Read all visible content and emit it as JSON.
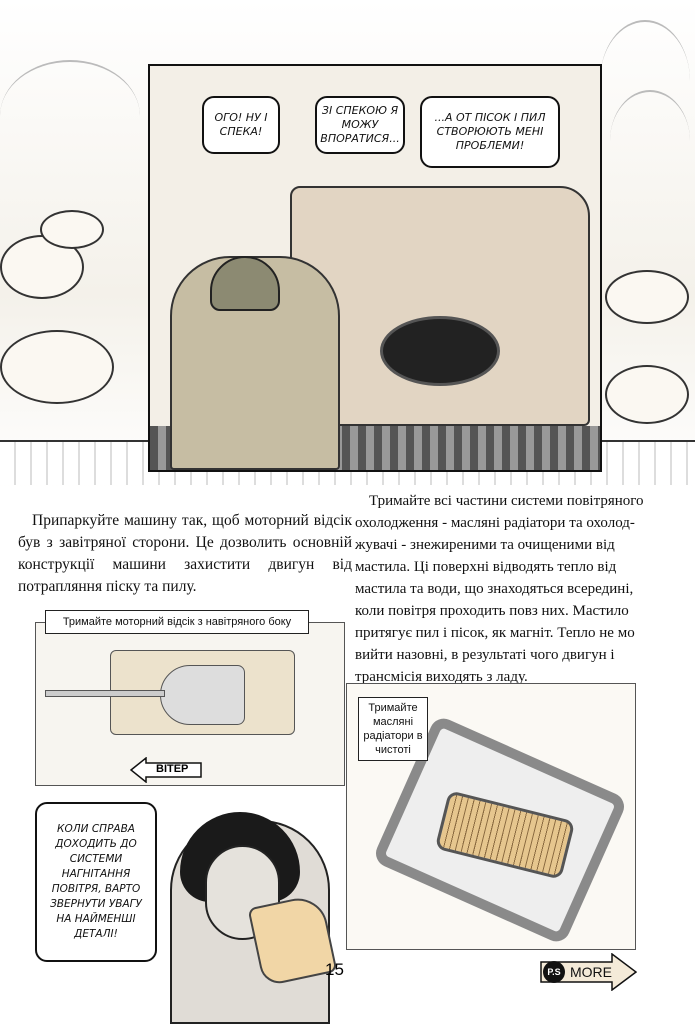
{
  "comic_panel": {
    "bubbles": [
      {
        "text": "Ого! Ну і спека!"
      },
      {
        "text": "Зі спекою я можу впоратися..."
      },
      {
        "text": "...А от пісок і пил створюють мені проблеми!"
      }
    ]
  },
  "left_paragraph": "Припаркуйте машину так, щоб моторний відсік був з завітряної сторони. Це дозволить основній конструкції машини захистити двигун від потрапляння піску та пилу.",
  "right_paragraph_lines": [
    "Тримайте всі частини системи повітряного",
    "охолодження - масляні радіатори та охолод-",
    "жувачі - знежиреними та очищеними від",
    "мастила. Ці поверхні відводять тепло від",
    "мастила та води, що знаходяться всередині,",
    "коли повітря проходить повз них. Мастило",
    "притягує пил і пісок, як магніт. Тепло не мо",
    "вийти назовні, в результаті чого двигун і",
    "трансмісія виходять з ладу."
  ],
  "tank_diagram": {
    "caption": "Тримайте моторний відсік з навітряного боку",
    "wind_label": "ВІТЕР"
  },
  "radiator_figure": {
    "caption": "Тримайте масляні радіатори в чистоті"
  },
  "woman_bubble": "Коли справа доходить до системи нагнітання повітря, варто звернути увагу на найменші деталі!",
  "page_number": "15",
  "more_button": {
    "badge": "P.S",
    "label": "MORE"
  }
}
